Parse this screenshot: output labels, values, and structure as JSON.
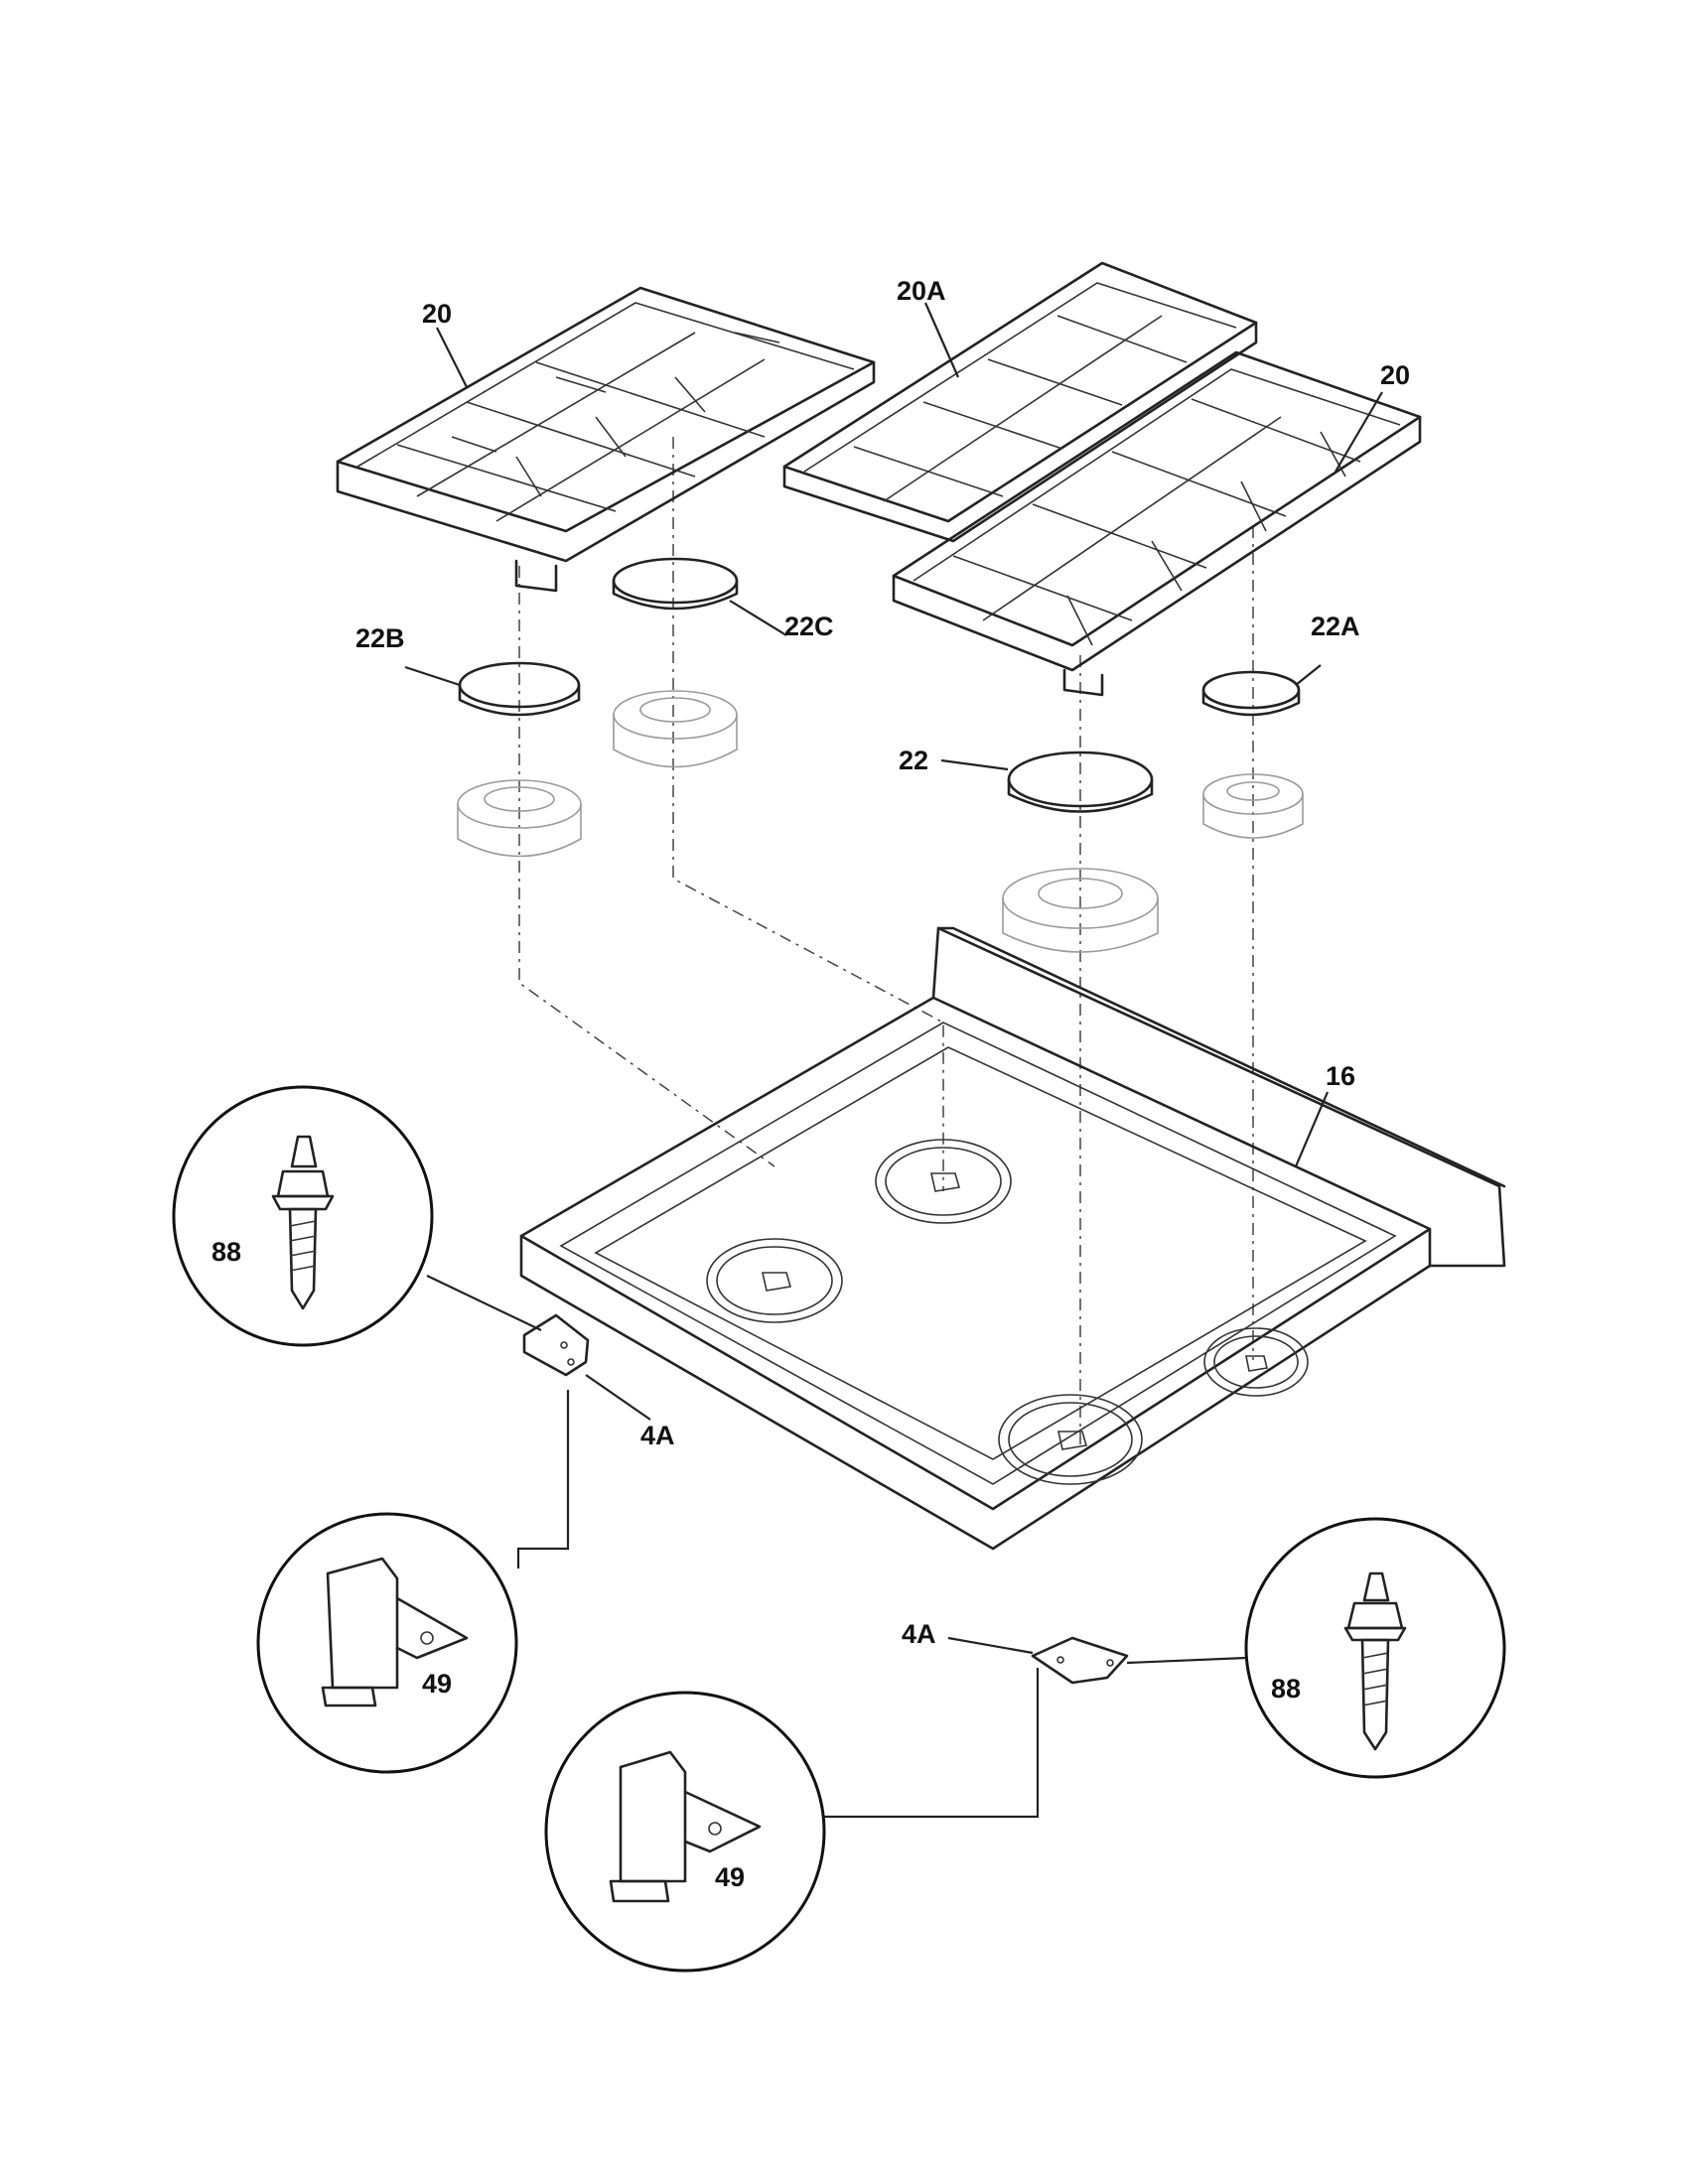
{
  "callouts": {
    "grate_left": "20",
    "grate_center": "20A",
    "grate_right": "20",
    "cap_22B": "22B",
    "cap_22C": "22C",
    "cap_22A": "22A",
    "cap_22": "22",
    "cooktop": "16",
    "stud_left": "88",
    "bracket_left": "4A",
    "clip_left": "49",
    "bracket_right": "4A",
    "stud_right": "88",
    "clip_right": "49"
  }
}
